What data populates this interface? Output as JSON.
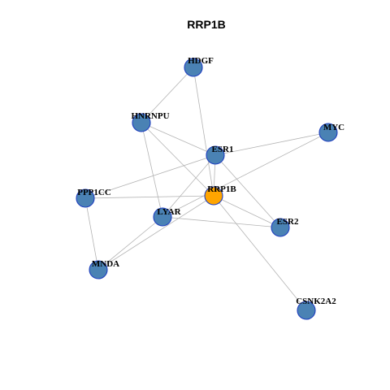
{
  "title": "RRP1B",
  "colors": {
    "node_default": "#4a82b4",
    "node_focus": "#ffa500",
    "node_border": "#1f3fbf",
    "edge": "#b4b4b4"
  },
  "nodes": [
    {
      "id": "HDGF",
      "label": "HDGF",
      "focus": false
    },
    {
      "id": "HNRNPU",
      "label": "HNRNPU",
      "focus": false
    },
    {
      "id": "MYC",
      "label": "MYC",
      "focus": false
    },
    {
      "id": "ESR1",
      "label": "ESR1",
      "focus": false
    },
    {
      "id": "RRP1B",
      "label": "RRP1B",
      "focus": true
    },
    {
      "id": "PPP1CC",
      "label": "PPP1CC",
      "focus": false
    },
    {
      "id": "LYAR",
      "label": "LYAR",
      "focus": false
    },
    {
      "id": "ESR2",
      "label": "ESR2",
      "focus": false
    },
    {
      "id": "MNDA",
      "label": "MNDA",
      "focus": false
    },
    {
      "id": "CSNK2A2",
      "label": "CSNK2A2",
      "focus": false
    }
  ],
  "edges": [
    [
      "HDGF",
      "HNRNPU"
    ],
    [
      "HDGF",
      "RRP1B"
    ],
    [
      "HNRNPU",
      "ESR1"
    ],
    [
      "HNRNPU",
      "RRP1B"
    ],
    [
      "HNRNPU",
      "LYAR"
    ],
    [
      "MYC",
      "ESR1"
    ],
    [
      "MYC",
      "LYAR"
    ],
    [
      "ESR1",
      "RRP1B"
    ],
    [
      "ESR1",
      "PPP1CC"
    ],
    [
      "ESR1",
      "LYAR"
    ],
    [
      "ESR1",
      "ESR2"
    ],
    [
      "RRP1B",
      "PPP1CC"
    ],
    [
      "RRP1B",
      "ESR2"
    ],
    [
      "RRP1B",
      "MNDA"
    ],
    [
      "RRP1B",
      "CSNK2A2"
    ],
    [
      "PPP1CC",
      "MNDA"
    ],
    [
      "LYAR",
      "ESR2"
    ],
    [
      "LYAR",
      "MNDA"
    ]
  ]
}
